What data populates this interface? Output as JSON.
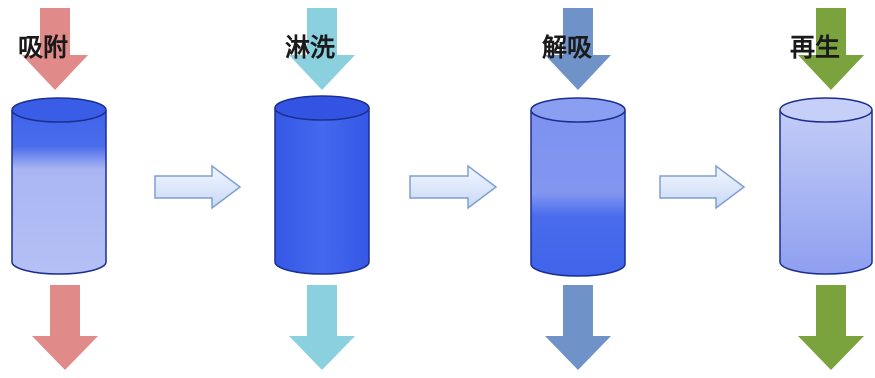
{
  "steps": [
    {
      "label": "吸附",
      "arrow_color": "#e08a8a",
      "column_fill": "upper-dark-lower-light"
    },
    {
      "label": "淋洗",
      "arrow_color": "#8ad0df",
      "column_fill": "solid-dark"
    },
    {
      "label": "解吸",
      "arrow_color": "#6f92c8",
      "column_fill": "upper-light-lower-dark"
    },
    {
      "label": "再生",
      "arrow_color": "#7aa33e",
      "column_fill": "solid-light"
    }
  ],
  "colors": {
    "column_dark": "#3f63ea",
    "column_mid": "#7d92f0",
    "column_light": "#b5c0f5",
    "column_outline": "#1c2f8f",
    "transition_arrow_fill": "#dbe7fa",
    "transition_arrow_stroke": "#7f9fd1"
  },
  "transition_arrows": [
    "step1-to-step2",
    "step2-to-step3",
    "step3-to-step4"
  ]
}
